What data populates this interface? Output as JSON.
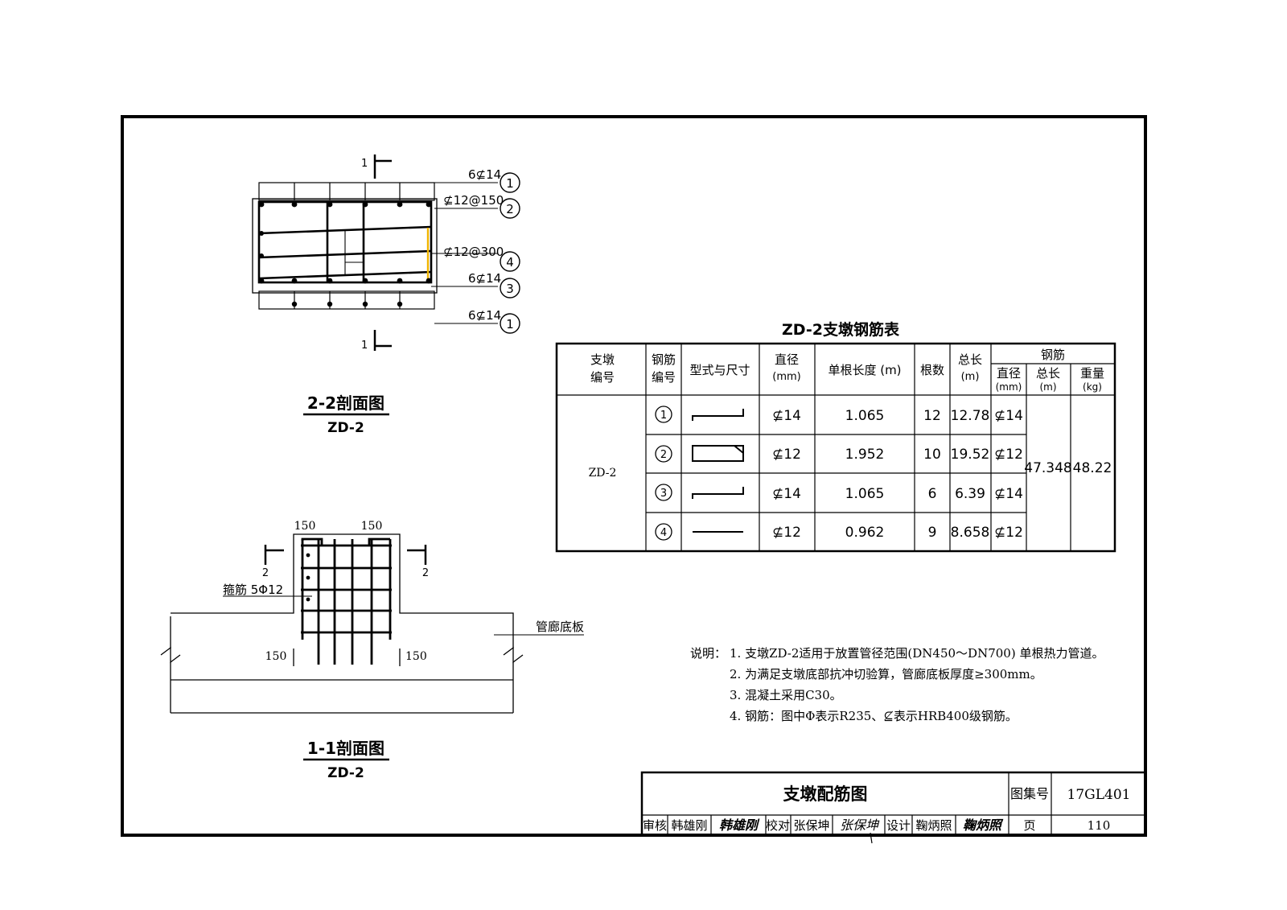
{
  "drawing": {
    "section_22": {
      "title": "2-2剖面图",
      "subtitle": "ZD-2",
      "cut_mark": "1",
      "labels": [
        {
          "text": "6⊈14",
          "ref": "1"
        },
        {
          "text": "⊈12@150",
          "ref": "2"
        },
        {
          "text": "⊈12@300",
          "ref": "4"
        },
        {
          "text": "6⊈14",
          "ref": "3"
        },
        {
          "text": "6⊈14",
          "ref": "1"
        }
      ]
    },
    "section_11": {
      "title": "1-1剖面图",
      "subtitle": "ZD-2",
      "cut_mark": "2",
      "dim_top_left": "150",
      "dim_top_right": "150",
      "dim_bottom_left": "150",
      "dim_bottom_right": "150",
      "stirrup_label": "箍筋 5Φ12",
      "slab_label": "管廊底板"
    }
  },
  "rebar_table": {
    "title": "ZD-2支墩钢筋表",
    "headers": {
      "pier_no": "支墩编号",
      "bar_no": "钢筋编号",
      "shape": "型式与尺寸",
      "diameter": "直径(mm)",
      "unit_length": "单根长度 (m)",
      "count": "根数",
      "total_length": "总长(m)",
      "rebar_group": "钢筋",
      "sub_diameter": "直径(mm)",
      "sub_total": "总长(m)",
      "sub_weight": "重量(kg)"
    },
    "pier": "ZD-2",
    "rows": [
      {
        "no": "1",
        "shape": "hook-both",
        "dia": "⊈14",
        "unit_len": "1.065",
        "count": "12",
        "total": "12.78",
        "sum_dia": "⊈14"
      },
      {
        "no": "2",
        "shape": "stirrup",
        "dia": "⊈12",
        "unit_len": "1.952",
        "count": "10",
        "total": "19.52",
        "sum_dia": "⊈12"
      },
      {
        "no": "3",
        "shape": "hook-both",
        "dia": "⊈14",
        "unit_len": "1.065",
        "count": "6",
        "total": "6.39",
        "sum_dia": "⊈14"
      },
      {
        "no": "4",
        "shape": "straight",
        "dia": "⊈12",
        "unit_len": "0.962",
        "count": "9",
        "total": "8.658",
        "sum_dia": "⊈12"
      }
    ],
    "sum_total_length": "47.348",
    "sum_weight": "48.22"
  },
  "notes": {
    "prefix": "说明：",
    "items": [
      "1. 支墩ZD-2适用于放置管径范围(DN450～DN700) 单根热力管道。",
      "2. 为满足支墩底部抗冲切验算，管廊底板厚度≥300mm。",
      "3. 混凝土采用C30。",
      "4. 钢筋：图中Φ表示R235、⊈表示HRB400级钢筋。"
    ]
  },
  "title_block": {
    "drawing_title": "支墩配筋图",
    "atlas_label": "图集号",
    "atlas_no": "17GL401",
    "review_label": "审核",
    "review_name": "韩雄刚",
    "review_sign": "韩雄刚",
    "check_label": "校对",
    "check_name": "张保坤",
    "check_sign": "张保坤",
    "design_label": "设计",
    "design_name": "鞠炳照",
    "design_sign": "鞠炳照",
    "page_label": "页",
    "page_no": "110"
  },
  "colors": {
    "line": "#000000",
    "highlight": "#f0b400",
    "background": "#ffffff"
  }
}
